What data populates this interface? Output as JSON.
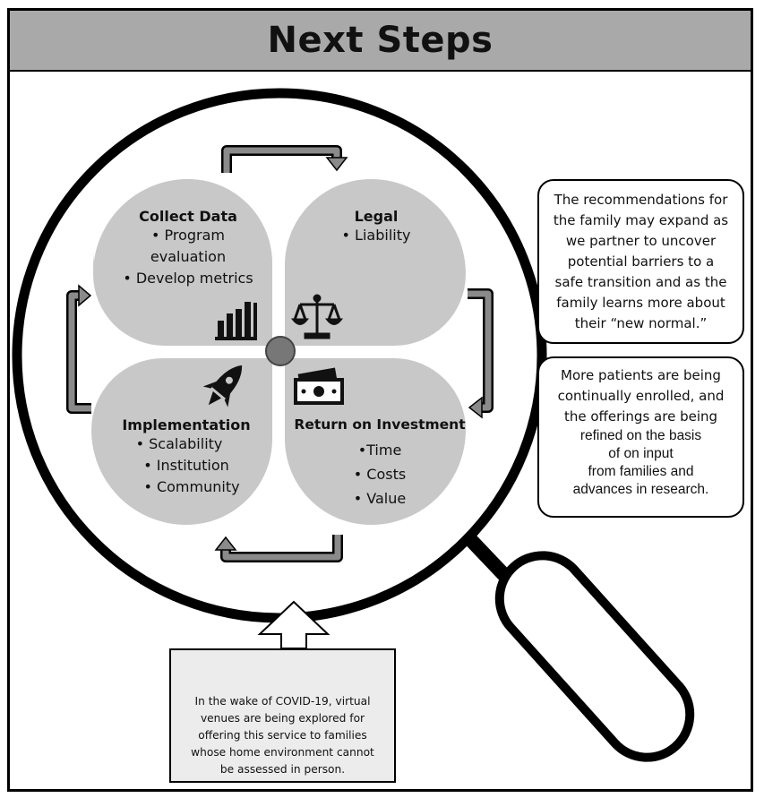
{
  "header": {
    "title": "Next Steps"
  },
  "petals": {
    "collect": {
      "title": "Collect Data",
      "items": [
        "• Program",
        "evaluation",
        "• Develop metrics"
      ]
    },
    "legal": {
      "title": "Legal",
      "items": [
        "• Liability"
      ]
    },
    "implementation": {
      "title": "Implementation",
      "items": [
        "• Scalability",
        "• Institution",
        "• Community"
      ]
    },
    "roi": {
      "title": "Return on Investment",
      "items": [
        "•Time",
        "• Costs",
        "• Value"
      ]
    }
  },
  "side_boxes": {
    "recommendations": [
      "The recommendations for",
      "the family may expand as",
      "we partner to uncover",
      "potential barriers to a",
      "safe transition and as the",
      "family learns more about",
      "their “new normal.”"
    ],
    "enrollment_top": [
      "More patients are being",
      "continually enrolled, and",
      "the offerings are being"
    ],
    "enrollment_bottom": [
      "refined on the basis",
      "of on input",
      "from families and",
      "advances in research."
    ]
  },
  "covid": [
    "In the wake of COVID-19, virtual",
    "venues are being explored for",
    "offering this service to families",
    "whose home environment cannot",
    "be assessed in person."
  ],
  "icons": [
    "bar-chart-icon",
    "scales-icon",
    "rocket-icon",
    "money-icon",
    "face-mask-icon"
  ],
  "colors": {
    "header": "#a9a9a9",
    "petal": "#c8c8c8",
    "arrow": "#8a8a8a",
    "center_dot": "#777777",
    "covid_box": "#ececec"
  }
}
